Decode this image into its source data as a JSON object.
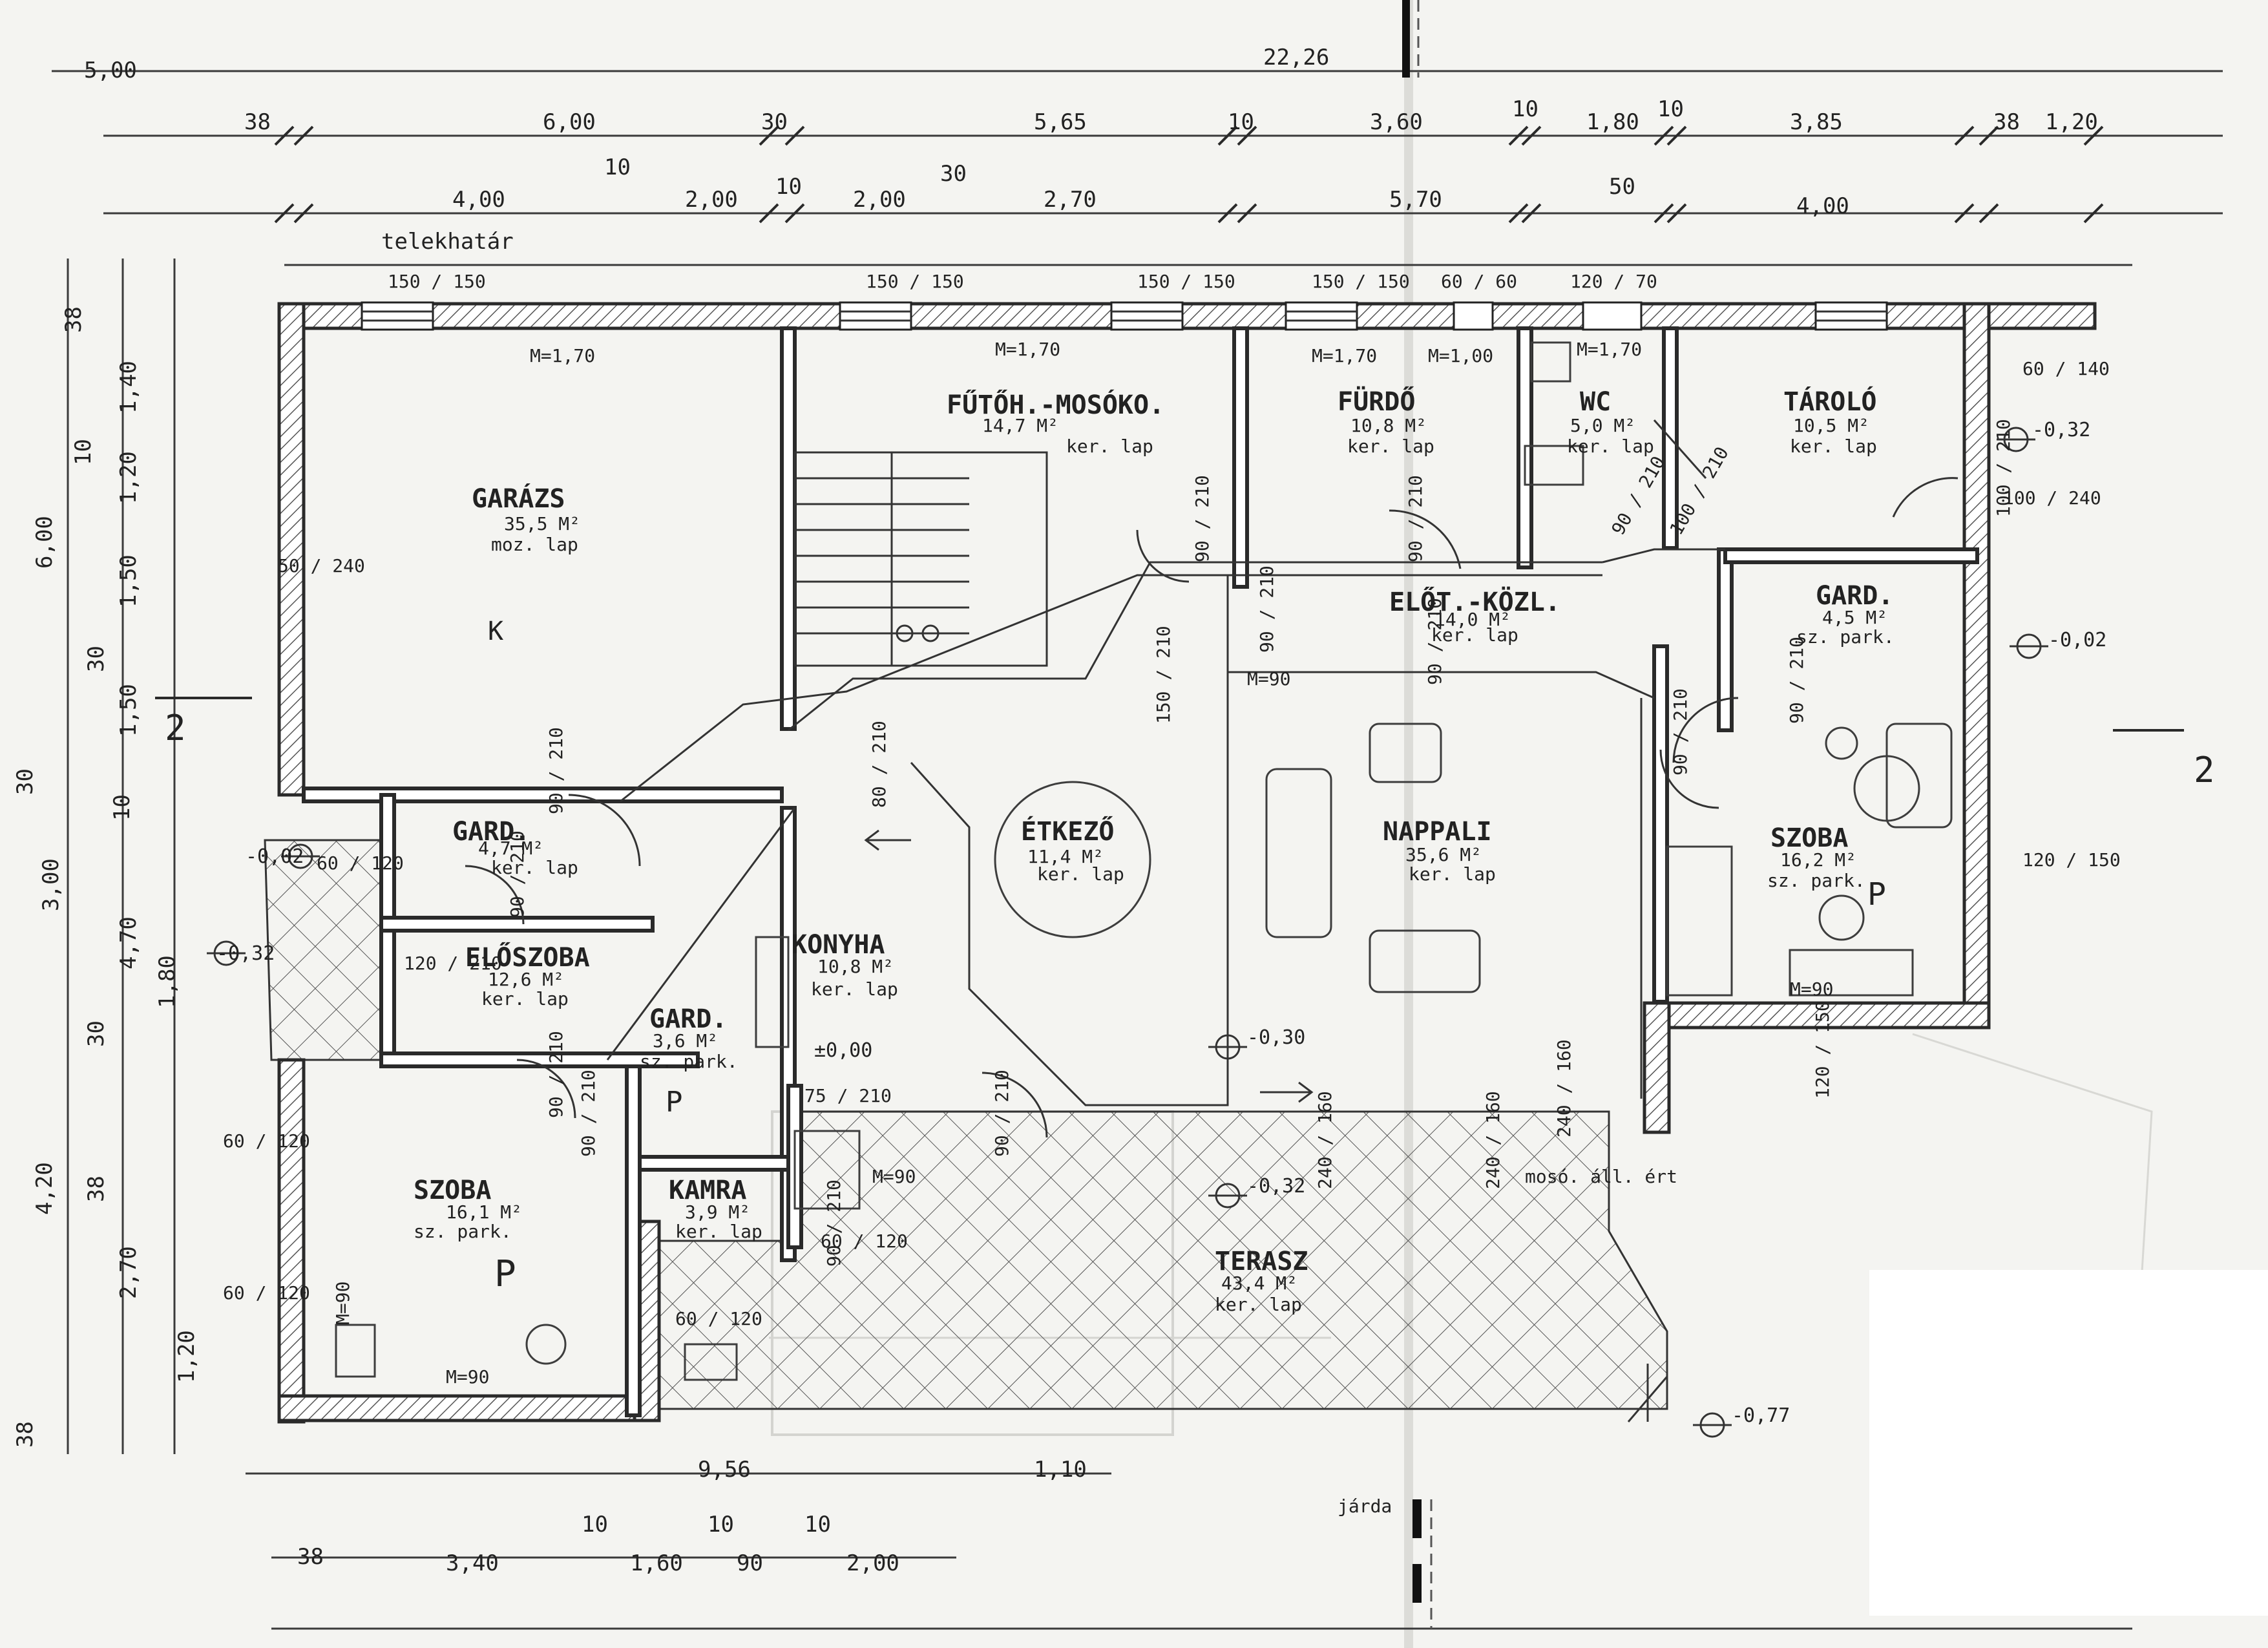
{
  "colors": {
    "paper": "#f4f4f1",
    "ink": "#222222",
    "blank_patch": "#ffffff"
  },
  "dims_top": {
    "overall": "22,26",
    "left_far": "5,00",
    "row1": [
      "38",
      "6,00",
      "30",
      "5,65",
      "10",
      "3,60",
      "10",
      "1,80",
      "10",
      "3,85",
      "38",
      "1,20"
    ],
    "row2": [
      "4,00",
      "10",
      "2,00",
      "10",
      "2,00",
      "30",
      "2,70",
      "5,70",
      "50",
      "4,00"
    ],
    "telekhatar": "telekhatár",
    "openings": [
      "150 / 150",
      "150 / 150",
      "150 / 150",
      "150 / 150",
      "60 / 60",
      "120 / 70"
    ]
  },
  "dims_left": [
    "38",
    "1,40",
    "10",
    "1,20",
    "6,00",
    "1,50",
    "30",
    "1,50",
    "30",
    "10",
    "3,00",
    "4,70",
    "1,80",
    "30",
    "4,20",
    "38",
    "2,70",
    "1,20",
    "38"
  ],
  "dims_bottom": {
    "row1": [
      "9,56",
      "1,10"
    ],
    "row2": [
      "38",
      "3,40",
      "10",
      "1,60",
      "10",
      "90",
      "10",
      "2,00"
    ],
    "jarda": "járda"
  },
  "section_marks": {
    "left": "2",
    "right": "2"
  },
  "rooms": {
    "garazs": {
      "name": "GARÁZS",
      "area": "35,5 M²",
      "floor": "moz. lap"
    },
    "futoh": {
      "name": "FŰTŐH.-MOSÓKO.",
      "area": "14,7 M²",
      "floor": "ker. lap"
    },
    "furdo": {
      "name": "FÜRDŐ",
      "area": "10,8 M²",
      "floor": "ker. lap"
    },
    "wc": {
      "name": "WC",
      "area": "5,0 M²",
      "floor": "ker. lap"
    },
    "tarolo": {
      "name": "TÁROLÓ",
      "area": "10,5 M²",
      "floor": "ker. lap"
    },
    "elot_kozl": {
      "name": "ELŐT.-KÖZL.",
      "area": "14,0 M²",
      "floor": "ker. lap"
    },
    "gard_ne": {
      "name": "GARD.",
      "area": "4,5 M²",
      "floor": "sz. park."
    },
    "gard_w": {
      "name": "GARD.",
      "area": "4,7 M²",
      "floor": "ker. lap"
    },
    "etkezo": {
      "name": "ÉTKEZŐ",
      "area": "11,4 M²",
      "floor": "ker. lap"
    },
    "nappali": {
      "name": "NAPPALI",
      "area": "35,6 M²",
      "floor": "ker. lap"
    },
    "szoba_e": {
      "name": "SZOBA",
      "area": "16,2 M²",
      "floor": "sz. park."
    },
    "eloszoba": {
      "name": "ELŐSZOBA",
      "area": "12,6 M²",
      "floor": "ker. lap"
    },
    "konyha": {
      "name": "KONYHA",
      "area": "10,8 M²",
      "floor": "ker. lap"
    },
    "gard_s": {
      "name": "GARD.",
      "area": "3,6 M²",
      "floor": "sz. park."
    },
    "szoba_w": {
      "name": "SZOBA",
      "area": "16,1 M²",
      "floor": "sz. park."
    },
    "kamra": {
      "name": "KAMRA",
      "area": "3,9 M²",
      "floor": "ker. lap"
    },
    "terasz": {
      "name": "TERASZ",
      "area": "43,4 M²",
      "floor": "ker. lap"
    }
  },
  "levels": [
    "-0,32",
    "-0,02",
    "-0,32",
    "-0,02",
    "-0,30",
    "-0,32",
    "±0,00",
    "-0,77"
  ],
  "heights": [
    "M=1,70",
    "M=1,70",
    "M=1,70",
    "M=1,00",
    "M=1,70",
    "M=90",
    "M=90",
    "M=90",
    "M=90",
    "M=90"
  ],
  "doors": [
    "90 / 210",
    "90 / 210",
    "90 / 210",
    "100 / 210",
    "90 / 210",
    "100 / 210",
    "90 / 210",
    "150 / 210",
    "80 / 210",
    "90 / 210",
    "90 / 210",
    "90 / 210",
    "90 / 210",
    "120 / 210",
    "90 / 210",
    "75 / 210",
    "90 / 210",
    "90 / 210",
    "90 / 210"
  ],
  "windows": [
    "60 / 120",
    "60 / 120",
    "60 / 120",
    "60 / 120",
    "60 / 120",
    "60 / 140",
    "100 / 240",
    "120 / 150",
    "120 / 150",
    "50 / 240",
    "240 / 160",
    "240 / 160",
    "240 / 160"
  ],
  "misc": {
    "mosogep": "mosó. áll. ért",
    "letter_k": "K",
    "letter_p": "P"
  }
}
